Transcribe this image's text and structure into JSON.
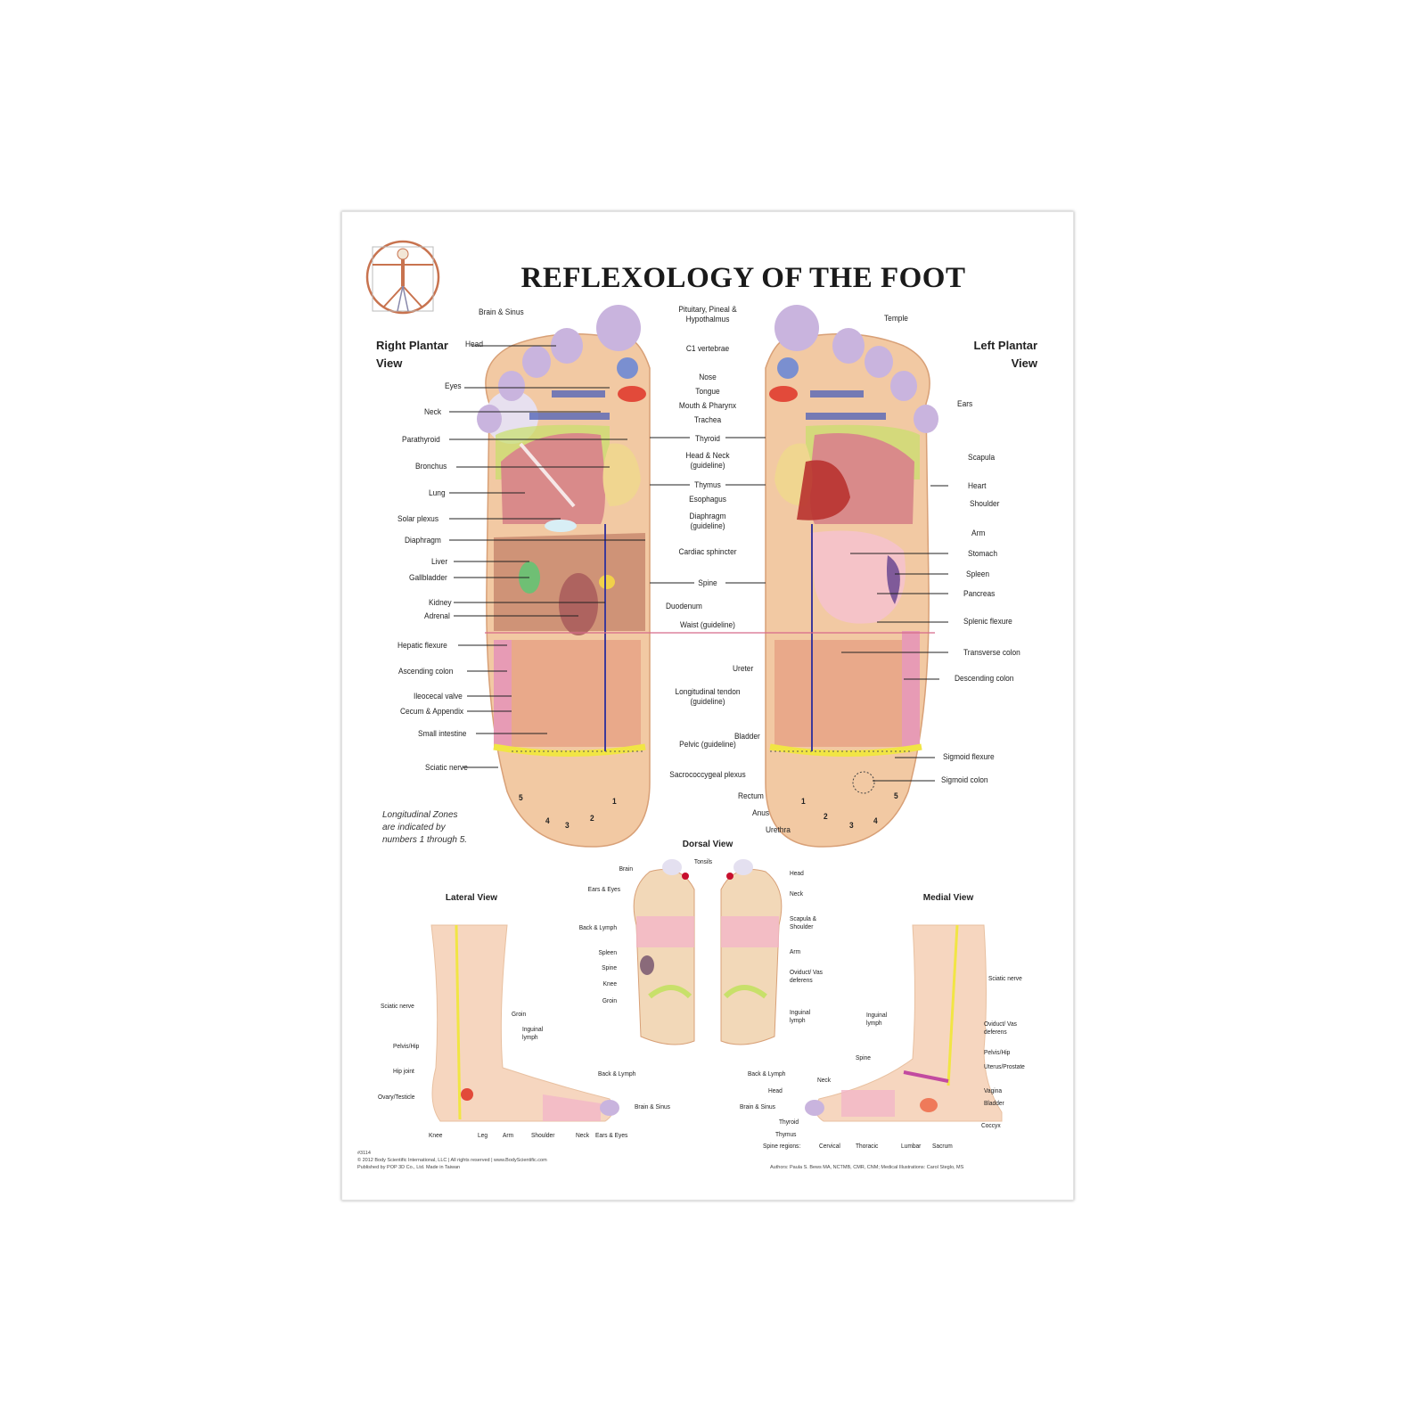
{
  "title": "REFLEXOLOGY OF THE FOOT",
  "logo": "vitruvian-man-logo",
  "views": {
    "right_plantar": "Right Plantar View",
    "left_plantar": "Left Plantar View",
    "dorsal": "Dorsal View",
    "lateral": "Lateral View",
    "medial": "Medial View"
  },
  "right_plantar_labels": [
    "Brain & Sinus",
    "Head",
    "Eyes",
    "Neck",
    "Parathyroid",
    "Bronchus",
    "Lung",
    "Solar plexus",
    "Diaphragm",
    "Liver",
    "Gallbladder",
    "Kidney",
    "Adrenal",
    "Hepatic flexure",
    "Ascending colon",
    "Ileocecal valve",
    "Cecum & Appendix",
    "Small intestine",
    "Sciatic nerve"
  ],
  "center_labels": [
    "Pituitary, Pineal & Hypothalmus",
    "C1 vertebrae",
    "Nose",
    "Tongue",
    "Mouth & Pharynx",
    "Trachea",
    "Thyroid",
    "Head & Neck (guideline)",
    "Thymus",
    "Esophagus",
    "Diaphragm (guideline)",
    "Cardiac sphincter",
    "Spine",
    "Duodenum",
    "Waist (guideline)",
    "Ureter",
    "Longitudinal tendon (guideline)",
    "Bladder",
    "Pelvic (guideline)",
    "Sacrococcygeal plexus",
    "Rectum",
    "Anus",
    "Urethra"
  ],
  "left_plantar_labels": [
    "Temple",
    "Ears",
    "Scapula",
    "Heart",
    "Shoulder",
    "Arm",
    "Stomach",
    "Spleen",
    "Pancreas",
    "Splenic flexure",
    "Transverse colon",
    "Descending colon",
    "Sigmoid flexure",
    "Sigmoid colon"
  ],
  "zones_note": [
    "Longitudinal Zones",
    "are indicated by",
    "numbers 1 through 5."
  ],
  "zone_numbers_right": [
    "5",
    "4",
    "3",
    "2",
    "1"
  ],
  "zone_numbers_left": [
    "1",
    "2",
    "3",
    "4",
    "5"
  ],
  "dorsal_left_labels": [
    "Brain",
    "Ears & Eyes",
    "Back & Lymph",
    "Spleen",
    "Spine",
    "Knee",
    "Groin"
  ],
  "dorsal_center_labels": [
    "Tonsils"
  ],
  "dorsal_right_labels": [
    "Head",
    "Neck",
    "Scapula & Shoulder",
    "Arm",
    "Oviduct/ Vas deferens",
    "Inguinal lymph"
  ],
  "lateral_labels": [
    "Sciatic nerve",
    "Groin",
    "Inguinal lymph",
    "Pelvis/Hip",
    "Hip joint",
    "Ovary/Testicle",
    "Back & Lymph",
    "Brain & Sinus",
    "Knee",
    "Leg",
    "Arm",
    "Shoulder",
    "Neck",
    "Ears & Eyes"
  ],
  "medial_labels": [
    "Sciatic nerve",
    "Inguinal lymph",
    "Oviduct/ Vas deferens",
    "Pelvis/Hip",
    "Uterus/Prostate",
    "Spine",
    "Back & Lymph",
    "Neck",
    "Head",
    "Brain & Sinus",
    "Vagina",
    "Bladder",
    "Coccyx",
    "Thyroid",
    "Thymus"
  ],
  "spine_regions": {
    "label": "Spine regions:",
    "items": [
      "Cervical",
      "Thoracic",
      "Lumbar",
      "Sacrum"
    ]
  },
  "credits": {
    "code": "#3114",
    "copyright": "© 2012 Body Scientific International, LLC | All rights reserved | www.BodyScientific.com",
    "publisher": "Published by POP 3D Co., Ltd. Made in Taiwan",
    "authors": "Authors: Paula S. Bews MA, NCTMB, CMR, CNM; Medical Illustrations: Carol Steglo, MS"
  },
  "colors": {
    "toes": "#c9b4de",
    "lung": "#d98a8a",
    "skin": "#f2c9a3",
    "intestine": "#e9a98a",
    "colon": "#e79bb5",
    "sciatic": "#f1e544",
    "green_zone": "#c8e06a",
    "blue_zone": "#5566b8",
    "spine_line": "#3d3a9a",
    "waist_line": "#d76a8a"
  }
}
